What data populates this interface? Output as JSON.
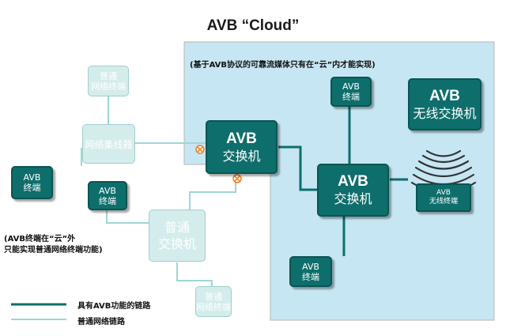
{
  "title": "AVB “Cloud”",
  "cloud_note": "(基于AVB协议的可靠流媒体只有在“云”内才能实现)",
  "outside_note": {
    "line1": "(AVB终端在“云”外",
    "line2": "只能实现普通网络终端功能)"
  },
  "nodes": {
    "plain_terminal_top": {
      "line1": "普通",
      "line2": "网络终端"
    },
    "hub": {
      "label": "网络集线器"
    },
    "avb_terminal_left": {
      "line1": "AVB",
      "line2": "终端"
    },
    "avb_switch_1": {
      "line1": "AVB",
      "line2": "交换机"
    },
    "avb_terminal_mid": {
      "line1": "AVB",
      "line2": "终端"
    },
    "plain_switch": {
      "line1": "普通",
      "line2": "交换机"
    },
    "plain_terminal_bottom": {
      "line1": "普通",
      "line2": "网络终端"
    },
    "avb_terminal_top": {
      "line1": "AVB",
      "line2": "终端"
    },
    "avb_switch_2": {
      "line1": "AVB",
      "line2": "交换机"
    },
    "avb_wireless_switch": {
      "line1": "AVB",
      "line2": "无线交换机"
    },
    "avb_terminal_bottom": {
      "line1": "AVB",
      "line2": "终端"
    },
    "avb_wireless_terminal": {
      "line1": "AVB",
      "line2": "无线终端"
    }
  },
  "legend": [
    {
      "label": "具有AVB功能的链路",
      "color": "#0e6e6c"
    },
    {
      "label": "普通网络链路",
      "color": "#9fd6d6"
    }
  ],
  "colors": {
    "cloud_fill": "#c7e6f3",
    "cloud_border": "#b5b5b5",
    "avb_box": "#0e6e6c",
    "plain_box": "#d5ecec",
    "avb_link": "#0e6e6c",
    "plain_link": "#9fd6d6",
    "blocked_marker": "#f08020"
  }
}
